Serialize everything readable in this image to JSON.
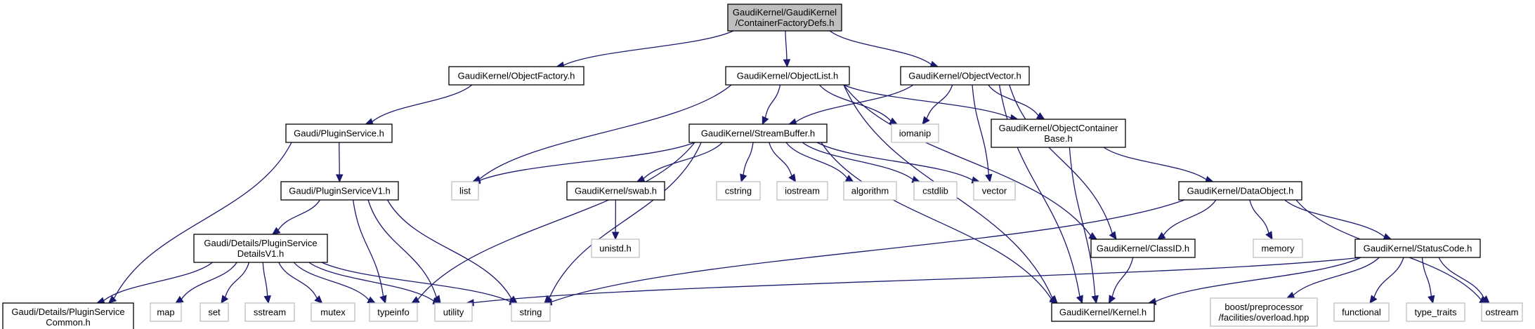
{
  "diagram": {
    "title": "Include dependency graph for GaudiKernel/GaudiKernel/ContainerFactoryDefs.h",
    "colors": {
      "edge": "#191970",
      "root_fill": "#bfbfbf",
      "internal_border": "#000000",
      "external_border": "#bfbfbf"
    },
    "nodes": [
      {
        "id": "root",
        "lines": [
          "GaudiKernel/GaudiKernel",
          "/ContainerFactoryDefs.h"
        ],
        "kind": "root"
      },
      {
        "id": "objectfactory",
        "lines": [
          "GaudiKernel/ObjectFactory.h"
        ],
        "kind": "internal"
      },
      {
        "id": "objectlist",
        "lines": [
          "GaudiKernel/ObjectList.h"
        ],
        "kind": "internal"
      },
      {
        "id": "objectvector",
        "lines": [
          "GaudiKernel/ObjectVector.h"
        ],
        "kind": "internal"
      },
      {
        "id": "pluginservice",
        "lines": [
          "Gaudi/PluginService.h"
        ],
        "kind": "internal"
      },
      {
        "id": "streambuffer",
        "lines": [
          "GaudiKernel/StreamBuffer.h"
        ],
        "kind": "internal"
      },
      {
        "id": "iomanip",
        "lines": [
          "iomanip"
        ],
        "kind": "external"
      },
      {
        "id": "objcontbase",
        "lines": [
          "GaudiKernel/ObjectContainer",
          "Base.h"
        ],
        "kind": "internal"
      },
      {
        "id": "pluginservicev1",
        "lines": [
          "Gaudi/PluginServiceV1.h"
        ],
        "kind": "internal"
      },
      {
        "id": "list",
        "lines": [
          "list"
        ],
        "kind": "external"
      },
      {
        "id": "swab",
        "lines": [
          "GaudiKernel/swab.h"
        ],
        "kind": "internal"
      },
      {
        "id": "cstring",
        "lines": [
          "cstring"
        ],
        "kind": "external"
      },
      {
        "id": "iostream",
        "lines": [
          "iostream"
        ],
        "kind": "external"
      },
      {
        "id": "algorithm",
        "lines": [
          "algorithm"
        ],
        "kind": "external"
      },
      {
        "id": "cstdlib",
        "lines": [
          "cstdlib"
        ],
        "kind": "external"
      },
      {
        "id": "vector",
        "lines": [
          "vector"
        ],
        "kind": "external"
      },
      {
        "id": "dataobject",
        "lines": [
          "GaudiKernel/DataObject.h"
        ],
        "kind": "internal"
      },
      {
        "id": "detailsv1",
        "lines": [
          "Gaudi/Details/PluginService",
          "DetailsV1.h"
        ],
        "kind": "internal"
      },
      {
        "id": "unistd",
        "lines": [
          "unistd.h"
        ],
        "kind": "external"
      },
      {
        "id": "classid",
        "lines": [
          "GaudiKernel/ClassID.h"
        ],
        "kind": "internal"
      },
      {
        "id": "memory",
        "lines": [
          "memory"
        ],
        "kind": "external"
      },
      {
        "id": "statuscode",
        "lines": [
          "GaudiKernel/StatusCode.h"
        ],
        "kind": "internal"
      },
      {
        "id": "common",
        "lines": [
          "Gaudi/Details/PluginService",
          "Common.h"
        ],
        "kind": "internal"
      },
      {
        "id": "map",
        "lines": [
          "map"
        ],
        "kind": "external"
      },
      {
        "id": "set",
        "lines": [
          "set"
        ],
        "kind": "external"
      },
      {
        "id": "sstream",
        "lines": [
          "sstream"
        ],
        "kind": "external"
      },
      {
        "id": "mutex",
        "lines": [
          "mutex"
        ],
        "kind": "external"
      },
      {
        "id": "typeinfo",
        "lines": [
          "typeinfo"
        ],
        "kind": "external"
      },
      {
        "id": "utility",
        "lines": [
          "utility"
        ],
        "kind": "external"
      },
      {
        "id": "string",
        "lines": [
          "string"
        ],
        "kind": "external"
      },
      {
        "id": "kernel",
        "lines": [
          "GaudiKernel/Kernel.h"
        ],
        "kind": "internal"
      },
      {
        "id": "boost",
        "lines": [
          "boost/preprocessor",
          "/facilities/overload.hpp"
        ],
        "kind": "external"
      },
      {
        "id": "functional",
        "lines": [
          "functional"
        ],
        "kind": "external"
      },
      {
        "id": "type_traits",
        "lines": [
          "type_traits"
        ],
        "kind": "external"
      },
      {
        "id": "ostream",
        "lines": [
          "ostream"
        ],
        "kind": "external"
      }
    ],
    "edges": [
      [
        "root",
        "objectfactory"
      ],
      [
        "root",
        "objectlist"
      ],
      [
        "root",
        "objectvector"
      ],
      [
        "objectfactory",
        "pluginservice"
      ],
      [
        "objectlist",
        "streambuffer"
      ],
      [
        "objectlist",
        "list"
      ],
      [
        "objectlist",
        "iomanip"
      ],
      [
        "objectlist",
        "objcontbase"
      ],
      [
        "objectlist",
        "classid"
      ],
      [
        "objectlist",
        "kernel"
      ],
      [
        "objectvector",
        "streambuffer"
      ],
      [
        "objectvector",
        "iomanip"
      ],
      [
        "objectvector",
        "objcontbase"
      ],
      [
        "objectvector",
        "vector"
      ],
      [
        "objectvector",
        "classid"
      ],
      [
        "objectvector",
        "kernel"
      ],
      [
        "pluginservice",
        "pluginservicev1"
      ],
      [
        "pluginservice",
        "common"
      ],
      [
        "pluginservicev1",
        "detailsv1"
      ],
      [
        "pluginservicev1",
        "typeinfo"
      ],
      [
        "pluginservicev1",
        "utility"
      ],
      [
        "pluginservicev1",
        "string"
      ],
      [
        "streambuffer",
        "list"
      ],
      [
        "streambuffer",
        "swab"
      ],
      [
        "streambuffer",
        "cstring"
      ],
      [
        "streambuffer",
        "iostream"
      ],
      [
        "streambuffer",
        "algorithm"
      ],
      [
        "streambuffer",
        "cstdlib"
      ],
      [
        "streambuffer",
        "vector"
      ],
      [
        "streambuffer",
        "typeinfo"
      ],
      [
        "streambuffer",
        "string"
      ],
      [
        "streambuffer",
        "kernel"
      ],
      [
        "objcontbase",
        "dataobject"
      ],
      [
        "objcontbase",
        "kernel"
      ],
      [
        "swab",
        "unistd"
      ],
      [
        "dataobject",
        "classid"
      ],
      [
        "dataobject",
        "memory"
      ],
      [
        "dataobject",
        "statuscode"
      ],
      [
        "dataobject",
        "string"
      ],
      [
        "dataobject",
        "ostream"
      ],
      [
        "detailsv1",
        "common"
      ],
      [
        "detailsv1",
        "map"
      ],
      [
        "detailsv1",
        "set"
      ],
      [
        "detailsv1",
        "sstream"
      ],
      [
        "detailsv1",
        "mutex"
      ],
      [
        "detailsv1",
        "typeinfo"
      ],
      [
        "detailsv1",
        "utility"
      ],
      [
        "detailsv1",
        "string"
      ],
      [
        "classid",
        "kernel"
      ],
      [
        "statuscode",
        "utility"
      ],
      [
        "statuscode",
        "kernel"
      ],
      [
        "statuscode",
        "boost"
      ],
      [
        "statuscode",
        "functional"
      ],
      [
        "statuscode",
        "type_traits"
      ],
      [
        "statuscode",
        "ostream"
      ]
    ]
  }
}
